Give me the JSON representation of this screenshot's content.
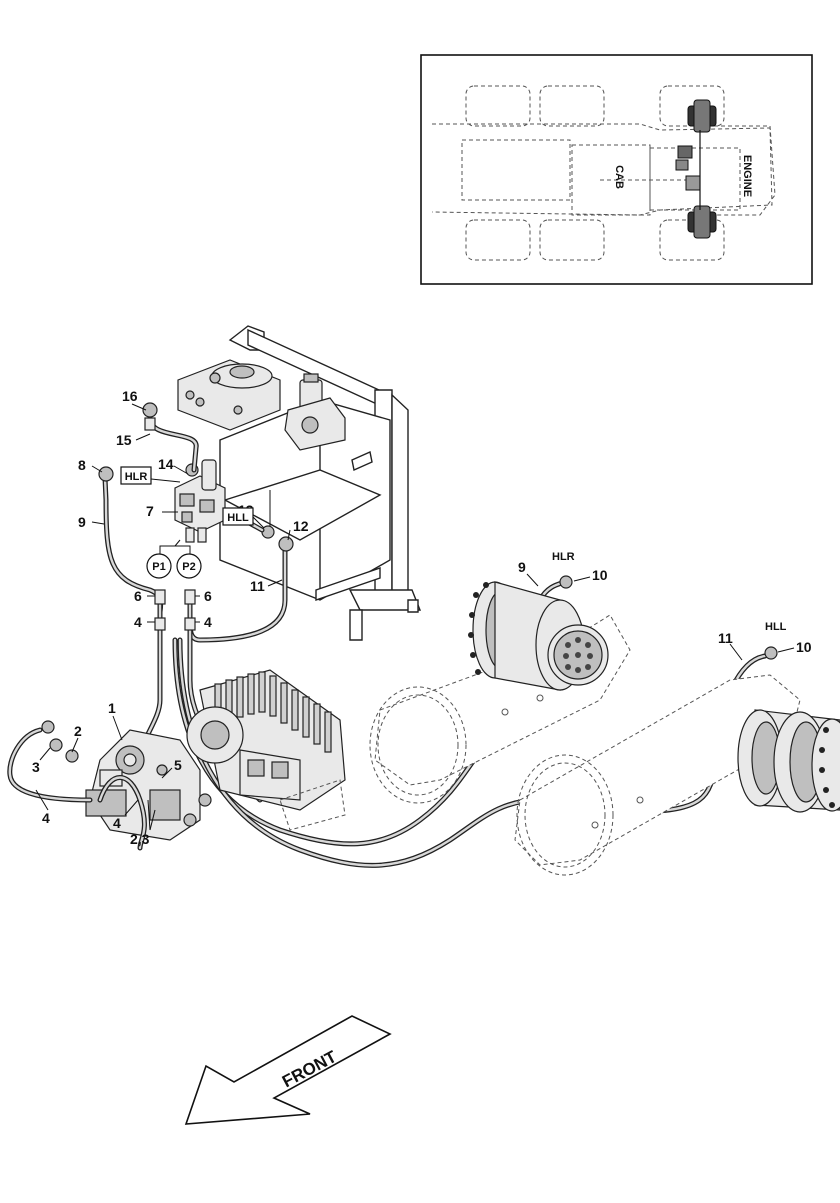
{
  "inset": {
    "cab_label": "CAB",
    "engine_label": "ENGINE"
  },
  "callouts": {
    "c1": "1",
    "c2": "2",
    "c3": "3",
    "c4a": "4",
    "c4b": "4",
    "c4c": "4",
    "c4d": "4",
    "c5": "5",
    "c23": "2,3",
    "c6a": "6",
    "c6b": "6",
    "c7": "7",
    "c8": "8",
    "c9a": "9",
    "c9b": "9",
    "c10a": "10",
    "c10b": "10",
    "c11a": "11",
    "c11b": "11",
    "c12": "12",
    "c13": "13",
    "c14": "14",
    "c15": "15",
    "c16": "16"
  },
  "tags": {
    "hlr_box": "HLR",
    "hll_box": "HLL",
    "p1": "P1",
    "p2": "P2",
    "hlr_motor": "HLR",
    "hll_motor": "HLL"
  },
  "front_arrow": {
    "label": "FRONT"
  },
  "colors": {
    "line": "#222222",
    "fill_light": "#e9e9e9",
    "fill_dark": "#bfbfbf"
  }
}
